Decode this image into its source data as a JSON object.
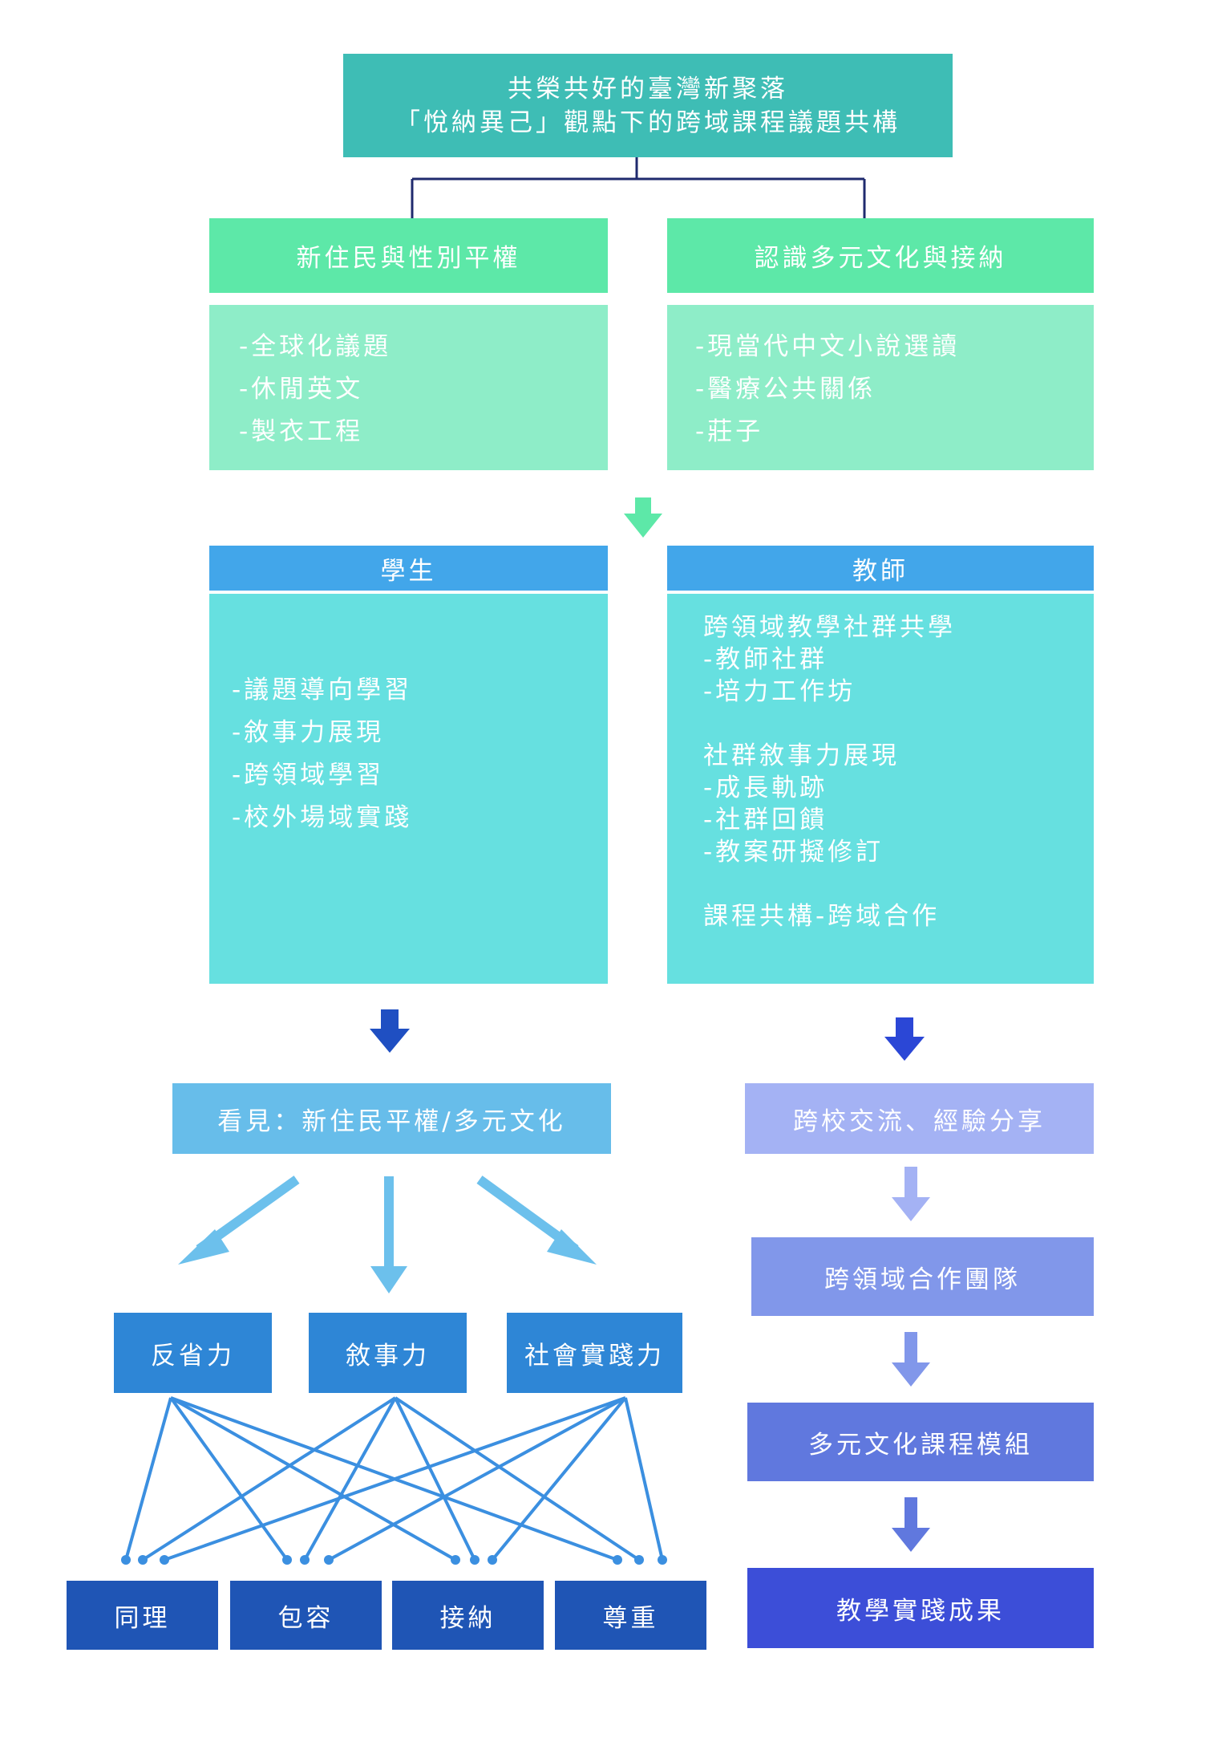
{
  "title": {
    "line1": "共榮共好的臺灣新聚落",
    "line2": "「悅納異己」觀點下的跨域課程議題共構"
  },
  "themes": [
    {
      "label": "新住民與性別平權",
      "courses": [
        "-全球化議題",
        "-休閒英文",
        "-製衣工程"
      ]
    },
    {
      "label": "認識多元文化與接納",
      "courses": [
        "-現當代中文小說選讀",
        "-醫療公共關係",
        "-莊子"
      ]
    }
  ],
  "student": {
    "header": "學生",
    "items": [
      "-議題導向學習",
      "-敘事力展現",
      "-跨領域學習",
      "-校外場域實踐"
    ]
  },
  "teacher": {
    "header": "教師",
    "groups": [
      {
        "heading": "跨領域教學社群共學",
        "items": [
          "-教師社群",
          "-培力工作坊"
        ]
      },
      {
        "heading": "社群敘事力展現",
        "items": [
          "-成長軌跡",
          "-社群回饋",
          "-教案研擬修訂"
        ]
      },
      {
        "heading": "課程共構-跨域合作",
        "items": []
      }
    ]
  },
  "seeing": "看見：新住民平權/多元文化",
  "abilities": [
    "反省力",
    "敘事力",
    "社會實踐力"
  ],
  "values": [
    "同理",
    "包容",
    "接納",
    "尊重"
  ],
  "teacher_flow": [
    "跨校交流、經驗分享",
    "跨領域合作團隊",
    "多元文化課程模組",
    "教學實踐成果"
  ],
  "colors": {
    "title_bg": "#3ebdb5",
    "theme_header": "#5de8a8",
    "theme_body": "#8eedc8",
    "role_header": "#42a6ea",
    "role_body": "#66e0e0",
    "seeing_bg": "#67bdea",
    "ability_bg": "#2e86d6",
    "value_bg": "#1f55b5",
    "flow1": "#a4b2f4",
    "flow2": "#8197ea",
    "flow3": "#6078de",
    "flow4": "#3c4ed8",
    "line_dark": "#1f2a6e",
    "net_line": "#3b8fe0"
  }
}
